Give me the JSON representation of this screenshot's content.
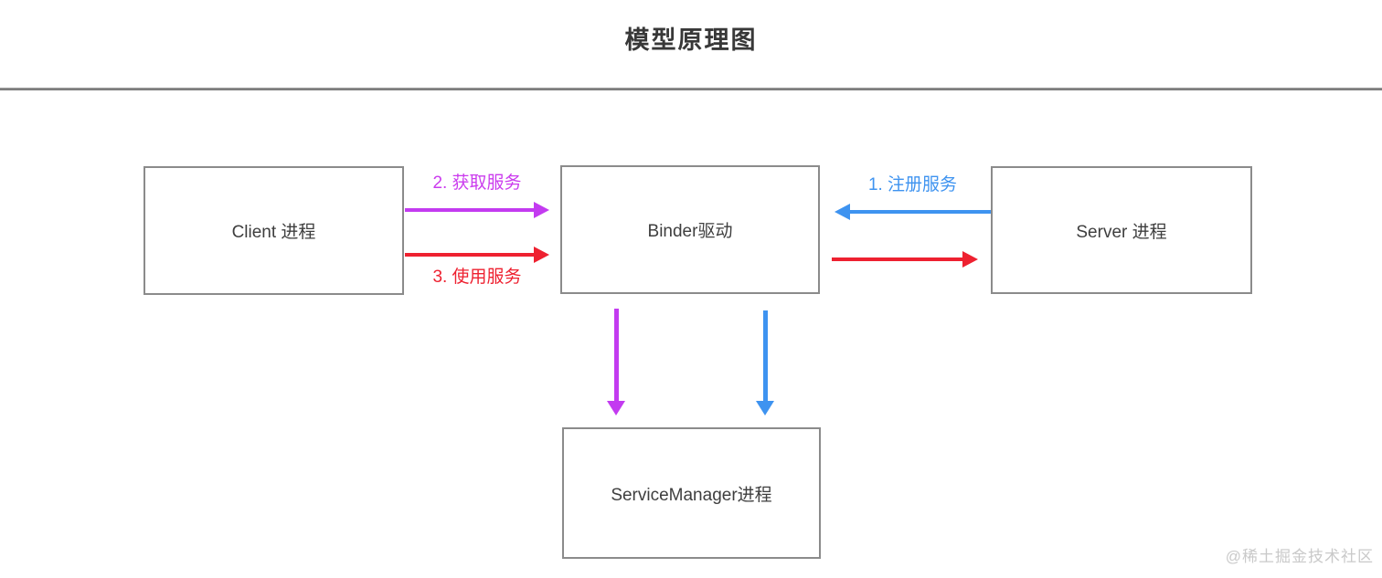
{
  "title": "模型原理图",
  "watermark": "@稀土掘金技术社区",
  "diagram": {
    "nodes": {
      "client": {
        "label": "Client 进程"
      },
      "binder": {
        "label": "Binder驱动"
      },
      "server": {
        "label": "Server 进程"
      },
      "service_manager": {
        "label": "ServiceManager进程"
      }
    },
    "edges": {
      "register": {
        "label": "1. 注册服务",
        "from": "Server 进程",
        "to": "Binder驱动",
        "color": "#3e93f0",
        "direction": "left"
      },
      "acquire": {
        "label": "2. 获取服务",
        "from": "Client 进程",
        "to": "Binder驱动",
        "color": "#c33bf0",
        "direction": "right"
      },
      "use": {
        "label": "3. 使用服务",
        "from": "Client 进程",
        "to": "Binder驱动",
        "color": "#ee2130",
        "direction": "right"
      },
      "binder_reply": {
        "label": "",
        "from": "Binder驱动",
        "to": "Server 进程",
        "color": "#ee2130",
        "direction": "right"
      },
      "binder_to_sm_purple": {
        "label": "",
        "from": "Binder驱动",
        "to": "ServiceManager进程",
        "color": "#c33bf0",
        "direction": "down"
      },
      "binder_to_sm_blue": {
        "label": "",
        "from": "Binder驱动",
        "to": "ServiceManager进程",
        "color": "#3e93f0",
        "direction": "down"
      }
    },
    "colors": {
      "purple": "#c33bf0",
      "red": "#ee2130",
      "blue": "#3e93f0",
      "box_border": "#8b8b8b",
      "box_text": "#3e3e3e",
      "title_text": "#383838",
      "divider": "#828282",
      "watermark_text": "#c9c9c9",
      "background": "#ffffff"
    }
  }
}
